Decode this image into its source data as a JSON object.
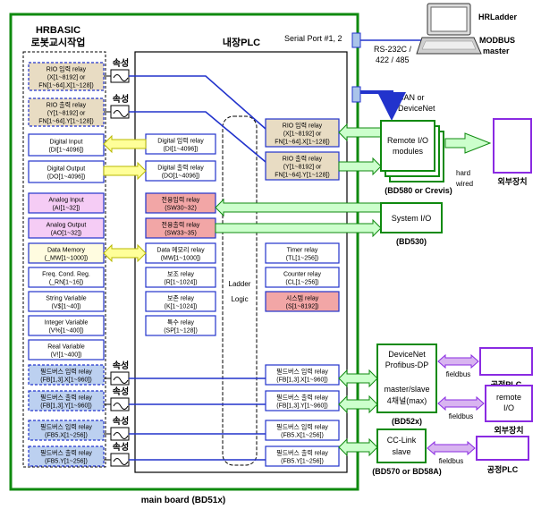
{
  "board": {
    "hrbasic_title": "HRBASIC",
    "hrbasic_subtitle": "로봇교시작업",
    "plc_title": "내장PLC",
    "footer": "main board (BD51x)",
    "ladder_line1": "Ladder",
    "ladder_line2": "Logic"
  },
  "sync_label": "속성",
  "hrbasic_vars": [
    {
      "line1": "RIO 입력 relay",
      "line2": "(X[1~8192] or",
      "line3": "FN[1~64].X[1~128])"
    },
    {
      "line1": "RIO 출력 relay",
      "line2": "(Y[1~8192] or",
      "line3": "FN[1~64].Y[1~128])"
    },
    {
      "line1": "Digital Input",
      "line2": "(DI[1~4096])"
    },
    {
      "line1": "Digital Output",
      "line2": "(DO[1~4096])"
    },
    {
      "line1": "Analog Input",
      "line2": "(AI[1~32])"
    },
    {
      "line1": "Analog Output",
      "line2": "(AO[1~32])"
    },
    {
      "line1": "Data Memory",
      "line2": "(_MW[1~1000])"
    },
    {
      "line1": "Freq. Cond. Reg.",
      "line2": "(_RN[1~16])"
    },
    {
      "line1": "String Variable",
      "line2": "(V$[1~40])"
    },
    {
      "line1": "Integer Variable",
      "line2": "(V%[1~400])"
    },
    {
      "line1": "Real Variable",
      "line2": "(V![1~400])"
    },
    {
      "line1": "필드버스 입력 relay",
      "line2": "(FB[1,3].X[1~960])"
    },
    {
      "line1": "필드버스 출력 relay",
      "line2": "(FB[1,3].Y[1~960])"
    },
    {
      "line1": "필드버스 입력 relay",
      "line2": "(FB5.X[1~256])"
    },
    {
      "line1": "필드버스 출력 relay",
      "line2": "(FB5.Y[1~256])"
    }
  ],
  "plc_left": [
    {
      "line1": "Digital 입력 relay",
      "line2": "(DI[1~4096])"
    },
    {
      "line1": "Digital 출력 relay",
      "line2": "(DO[1~4096])"
    },
    {
      "line1": "전용입력 relay",
      "line2": "(SW30~32)"
    },
    {
      "line1": "전용출력 relay",
      "line2": "(SW33~35)"
    },
    {
      "line1": "Data 메모리 relay",
      "line2": "(MW[1~1000])"
    },
    {
      "line1": "보조 relay",
      "line2": "(R[1~1024])"
    },
    {
      "line1": "보존 relay",
      "line2": "(K[1~1024])"
    },
    {
      "line1": "특수 relay",
      "line2": "(SP[1~128])"
    }
  ],
  "plc_right": [
    {
      "line1": "RIO 입력 relay",
      "line2": "(X[1~8192] or",
      "line3": "FN[1~64].X[1~128])"
    },
    {
      "line1": "RIO 출력 relay",
      "line2": "(Y[1~8192] or",
      "line3": "FN[1~64].Y[1~128])"
    },
    {
      "line1": "Timer relay",
      "line2": "(TL[1~256])"
    },
    {
      "line1": "Counter relay",
      "line2": "(CL[1~256])"
    },
    {
      "line1": "시스템 relay",
      "line2": "(S[1~8192])"
    },
    {
      "line1": "필드버스 입력 relay",
      "line2": "(FB[1,3].X[1~960])"
    },
    {
      "line1": "필드버스 출력 relay",
      "line2": "(FB[1,3].Y[1~960])"
    },
    {
      "line1": "필드버스 입력 relay",
      "line2": "(FB5.X[1~256])"
    },
    {
      "line1": "필드버스 출력 relay",
      "line2": "(FB5.Y[1~256])"
    }
  ],
  "serial": {
    "label": "Serial Port #1, 2",
    "protocol_line1": "RS-232C /",
    "protocol_line2": "422 / 485"
  },
  "hrladder": {
    "line1": "HRLadder",
    "line2": "MODBUS",
    "line3": "master"
  },
  "can": {
    "line1": "CAN or",
    "line2": "DeviceNet"
  },
  "remote_io": {
    "line1": "Remote I/O",
    "line2": "modules",
    "caption": "(BD580 or Crevis)",
    "wire_line1": "hard",
    "wire_line2": "wired",
    "external": "외부장치"
  },
  "system_io": {
    "label": "System I/O",
    "caption": "(BD530)"
  },
  "devicenet": {
    "line1": "DeviceNet",
    "line2": "Profibus-DP",
    "line3": "master/slave",
    "line4": "4채널(max)",
    "caption": "(BD52x)"
  },
  "cclink": {
    "line1": "CC-Link",
    "line2": "slave",
    "caption": "(BD570 or BD58A)"
  },
  "fieldbus_label": "fieldbus",
  "fb_targets": [
    {
      "line1": "공정PLC",
      "caption": ""
    },
    {
      "line1": "remote",
      "line2": "I/O",
      "caption": "외부장치"
    },
    {
      "line1": "공정PLC",
      "caption": ""
    }
  ],
  "colors": {
    "board_green": "#0f8a0f",
    "box_blue": "#2233cc",
    "rio_fill": "#e8dcc3",
    "analog_fill": "#f5ccf5",
    "special_fill": "#f2a6a6",
    "fieldbus_fill": "#bcd0f0",
    "purple": "#8a2be2",
    "arrow_yellow": "#ffff99",
    "arrow_green": "#ccffcc"
  }
}
